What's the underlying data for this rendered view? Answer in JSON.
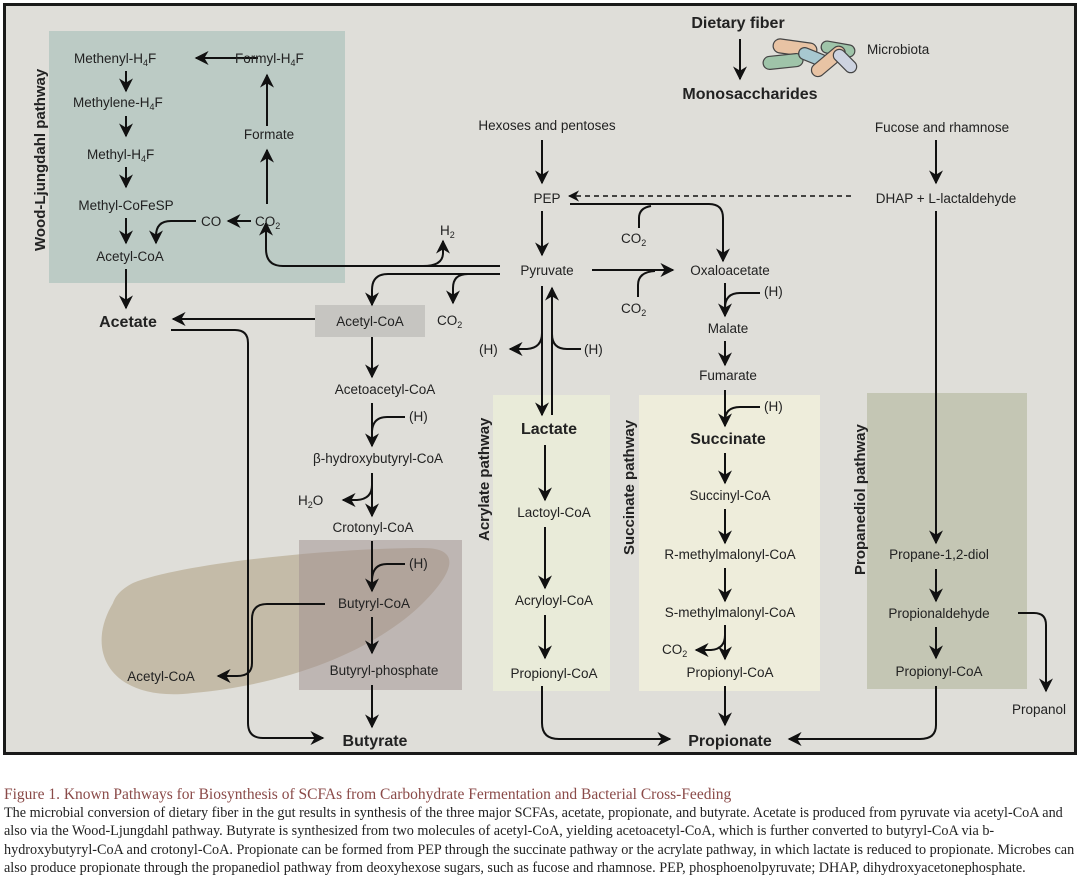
{
  "figure": {
    "top": {
      "dietary_fiber": "Dietary fiber",
      "monosaccharides": "Monosaccharides",
      "microbiota": "Microbiota"
    },
    "sources": {
      "hexoses": "Hexoses and pentoses",
      "fucose": "Fucose and rhamnose",
      "pep": "PEP",
      "dhap": "DHAP + L-lactaldehyde",
      "pyruvate": "Pyruvate"
    },
    "wood_ljungdahl": {
      "title": "Wood-Ljungdahl pathway",
      "methenyl": "Methenyl-H",
      "methylene": "Methylene-H",
      "methyl": "Methyl-H",
      "h4f_sub": "4",
      "h4f_tail": "F",
      "formyl": "Formyl-H",
      "formate": "Formate",
      "methyl_cofesp": "Methyl-CoFeSP",
      "co": "CO",
      "co2": "CO",
      "acetyl_coa": "Acetyl-CoA"
    },
    "subscript_2": "2",
    "h2": "H",
    "h2o_h": "H",
    "h2o_o": "O",
    "co2": "CO",
    "h": "(H)",
    "acetate": {
      "product": "Acetate",
      "acetyl_coa": "Acetyl-CoA"
    },
    "butyrate": {
      "acetoacetyl": "Acetoacetyl-CoA",
      "hydroxybutyryl": "β-hydroxybutyryl-CoA",
      "crotonyl": "Crotonyl-CoA",
      "butyryl": "Butyryl-CoA",
      "butyryl_phosphate": "Butyryl-phosphate",
      "acetyl_coa_crossfeed": "Acetyl-CoA",
      "product": "Butyrate"
    },
    "acrylate": {
      "title": "Acrylate pathway",
      "lactate": "Lactate",
      "lactoyl": "Lactoyl-CoA",
      "acryloyl": "Acryloyl-CoA",
      "propionyl": "Propionyl-CoA"
    },
    "succinate": {
      "title": "Succinate pathway",
      "oxaloacetate": "Oxaloacetate",
      "malate": "Malate",
      "fumarate": "Fumarate",
      "succinate": "Succinate",
      "succinyl": "Succinyl-CoA",
      "r_methylmalonyl": "R-methylmalonyl-CoA",
      "s_methylmalonyl": "S-methylmalonyl-CoA",
      "propionyl": "Propionyl-CoA"
    },
    "propanediol": {
      "title": "Propanediol pathway",
      "propanediol": "Propane-1,2-diol",
      "propionaldehyde": "Propionaldehyde",
      "propionyl": "Propionyl-CoA",
      "propanol": "Propanol"
    },
    "propionate": "Propionate",
    "colors": {
      "background": "#dfded9",
      "wood_ljungdahl_box": "#bccbc5",
      "acetyl_coa_box": "#c6c5c1",
      "butyrate_box": "#bbaeac",
      "crossfeed_blob": "#bfb59f",
      "acrylate_box": "#e9ebd9",
      "succinate_box": "#eeeddb",
      "propanediol_box": "#c4c6b4",
      "caption_title": "#8a4a48"
    }
  },
  "caption": {
    "title": "Figure 1.  Known Pathways for Biosynthesis of SCFAs from Carbohydrate Fermentation and Bacterial Cross-Feeding",
    "body": "The microbial conversion of dietary fiber in the gut results in synthesis of the three major SCFAs, acetate, propionate, and butyrate. Acetate is produced from pyruvate via acetyl-CoA and also via the Wood-Ljungdahl pathway. Butyrate is synthesized from two molecules of acetyl-CoA, yielding acetoacetyl-CoA, which is further converted to butyryl-CoA via  b-hydroxybutyryl-CoA and crotonyl-CoA. Propionate can be formed from PEP through the succinate pathway or the acrylate pathway, in which lactate is reduced to propionate. Microbes can also produce propionate through the propanediol pathway from deoxyhexose sugars, such as fucose and rhamnose. PEP, phosphoenolpyruvate; DHAP, dihydroxyacetonephosphate."
  }
}
